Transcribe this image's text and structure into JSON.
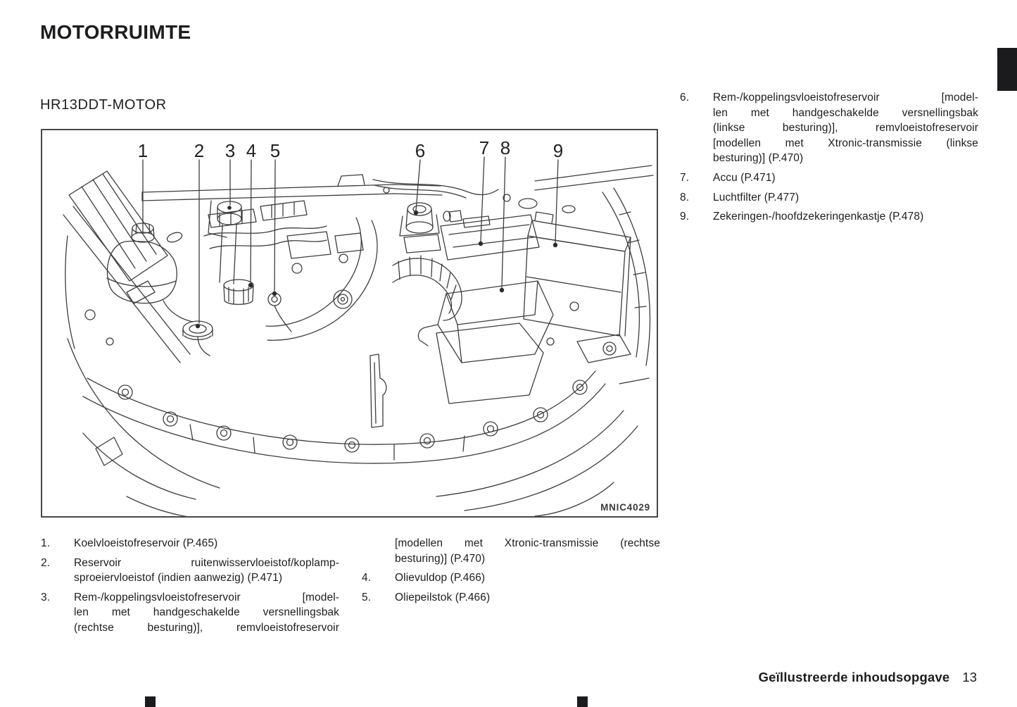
{
  "page": {
    "title": "MOTORRUIMTE",
    "section_title": "HR13DDT-MOTOR",
    "footer": {
      "label": "Geïllustreerde inhoudsopgave",
      "page_number": "13"
    }
  },
  "figure": {
    "code": "MNIC4029",
    "callouts": [
      {
        "label": "1"
      },
      {
        "label": "2"
      },
      {
        "label": "3"
      },
      {
        "label": "4"
      },
      {
        "label": "5"
      },
      {
        "label": "6"
      },
      {
        "label": "7"
      },
      {
        "label": "8"
      },
      {
        "label": "9"
      }
    ]
  },
  "legend": {
    "left_column": [
      {
        "num": "1.",
        "lines": "Koelvloeistofreservoir (P.465)"
      },
      {
        "num": "2.",
        "lines": "Reservoir ruitenwisservloeistof/koplamp-\nsproeiervloeistof (indien aanwezig) (P.471)"
      },
      {
        "num": "3.",
        "lines": "Rem-/koppelingsvloeistofreservoir [model-\nlen met handgeschakelde versnellingsbak\n(rechtse besturing)], remvloeistofreservoir",
        "justify_all": true
      }
    ],
    "middle_column": [
      {
        "num": "",
        "lines": "[modellen met Xtronic-transmissie (rechtse\nbesturing)] (P.470)"
      },
      {
        "num": "4.",
        "lines": "Olievuldop (P.466)"
      },
      {
        "num": "5.",
        "lines": "Oliepeilstok (P.466)"
      }
    ],
    "right_column": [
      {
        "num": "6.",
        "lines": "Rem-/koppelingsvloeistofreservoir [model-\nlen met handgeschakelde versnellingsbak\n(linkse besturing)], remvloeistofreservoir\n[modellen met Xtronic-transmissie (linkse\nbesturing)] (P.470)"
      },
      {
        "num": "7.",
        "lines": "Accu (P.471)"
      },
      {
        "num": "8.",
        "lines": "Luchtfilter (P.477)"
      },
      {
        "num": "9.",
        "lines": "Zekeringen-/hoofdzekeringenkastje (P.478)"
      }
    ]
  },
  "colors": {
    "text": "#1d1d1f",
    "line": "#3d3d3f",
    "tab": "#1b1b1d"
  }
}
